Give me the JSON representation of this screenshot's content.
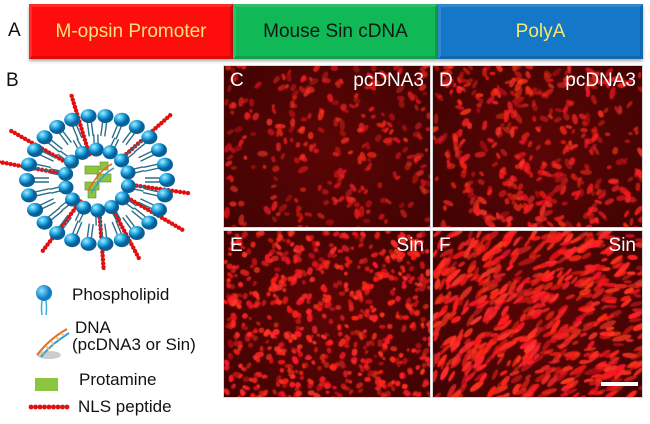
{
  "panel_a": {
    "label": "A",
    "segments": [
      {
        "text": "M-opsin Promoter",
        "color": "#ff0d0d",
        "text_color": "#f7e27a"
      },
      {
        "text": "Mouse Sin cDNA",
        "color": "#10b856",
        "text_color": "#0c1a12"
      },
      {
        "text": "PolyA",
        "color": "#1477c8",
        "text_color": "#f3ea6a"
      }
    ]
  },
  "panel_b": {
    "label": "B",
    "illustration": "nanoparticle-liposome-diagram",
    "legend": [
      {
        "icon": "phospholipid-icon",
        "text": "Phospholipid"
      },
      {
        "icon": "dna-icon",
        "text": "DNA",
        "subtext": "(pcDNA3 or Sin)"
      },
      {
        "icon": "protamine-icon",
        "text": "Protamine"
      },
      {
        "icon": "nls-peptide-icon",
        "text": "NLS peptide"
      }
    ]
  },
  "micrographs": [
    {
      "label": "C",
      "tag": "pcDNA3",
      "density": "medium",
      "pattern": "sparse"
    },
    {
      "label": "D",
      "tag": "pcDNA3",
      "density": "medium",
      "pattern": "clustered"
    },
    {
      "label": "E",
      "tag": "Sin",
      "density": "high",
      "pattern": "round"
    },
    {
      "label": "F",
      "tag": "Sin",
      "density": "high",
      "pattern": "elongated"
    }
  ],
  "colors": {
    "fluorescence": "#ff2020",
    "background": "#4a0303",
    "lipid_head": "#1aa3e0",
    "lipid_tail": "#2a6f8a",
    "protamine": "#8cc63f",
    "nls": "#e01010"
  }
}
